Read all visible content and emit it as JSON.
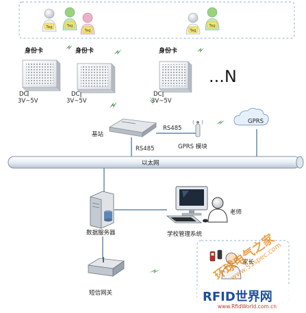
{
  "id_card_label": "身份卡",
  "dc_label": "DC",
  "voltage_label": "3V~5V",
  "ellipsis_label": "...N",
  "tag_label": "Tag",
  "base_station_label": "基站",
  "rs485_upper": "RS485",
  "rs485_lower": "RS485",
  "gprs_module_label": "GPRS 模块",
  "gprs_cloud_label": "GPRS",
  "ethernet_label": "以太网",
  "db_server_label": "数据服务器",
  "school_system_label": "学校管理系统",
  "teacher_label": "老师",
  "sms_gateway_label": "短信网关",
  "parent_label": "家长",
  "watermark_site": "www.51spec.com",
  "watermark_cn": "环球电气之家",
  "logo_text": "RFID世界网",
  "logo_url": "www.RfidWorld.com.cn",
  "colors": {
    "line": "#3d6e98",
    "bolt": "#2f8a3a",
    "dash": "#8fb0d6",
    "watermark": "#e8800a"
  }
}
